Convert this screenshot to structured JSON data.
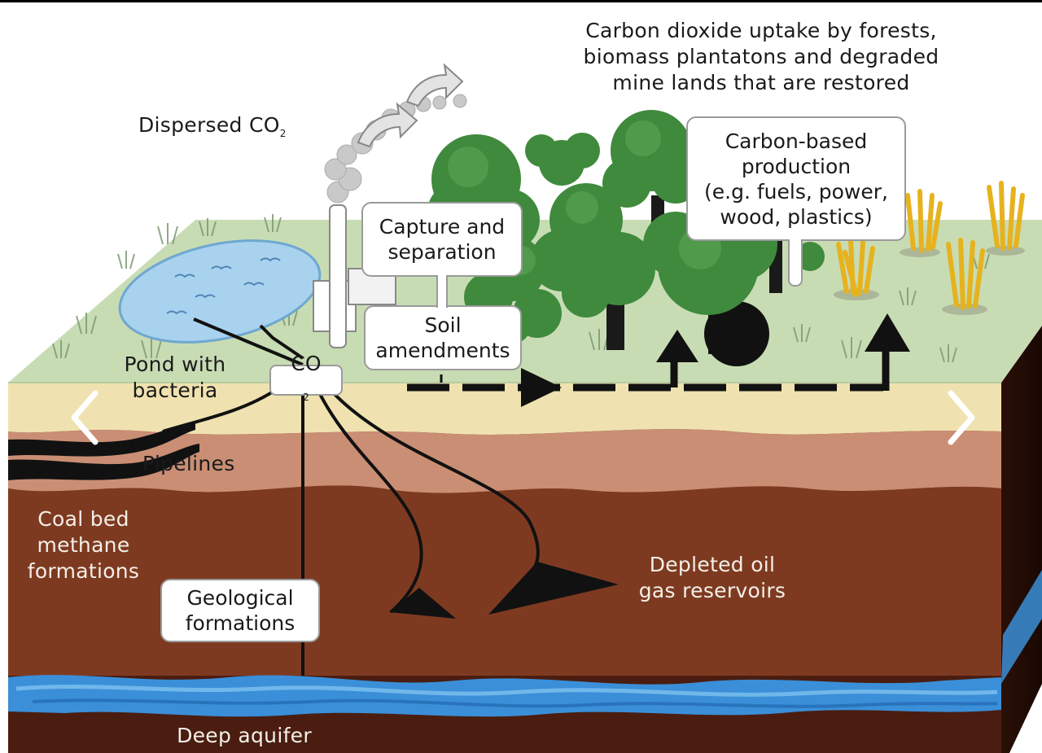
{
  "labels": {
    "uptake": [
      "Carbon dioxide uptake by forests,",
      "biomass plantatons and degraded",
      "mine lands that are restored"
    ],
    "dispersed": "Dispersed CO",
    "dispersed_sub": "2",
    "pond": [
      "Pond with",
      "bacteria"
    ],
    "pipelines": "Pipelines",
    "coal_bed": [
      "Coal bed",
      "methane",
      "formations"
    ],
    "depleted": [
      "Depleted oil",
      "gas reservoirs"
    ],
    "deep_aquifer": "Deep aquifer"
  },
  "boxes": {
    "capture": [
      "Capture and",
      "separation"
    ],
    "soil": [
      "Soil",
      "amendments"
    ],
    "co2": "CO",
    "co2_sub": "2",
    "carbon_based": [
      "Carbon-based",
      "production",
      "(e.g. fuels, power,",
      "wood, plastics)"
    ],
    "geological": [
      "Geological",
      "formations"
    ]
  },
  "icons": {
    "carousel_prev": "chevron-left-icon",
    "carousel_next": "chevron-right-icon"
  },
  "colors": {
    "grass": "#c8dcb4",
    "topsoil": "#efe2b0",
    "subsoil": "#c98e74",
    "rock": "#7a3a22",
    "deep": "#4a1e12",
    "water": "#3a8fd8",
    "pond": "#a9d2ee",
    "tree": "#3f8a3c",
    "wheat": "#e6b21e"
  }
}
